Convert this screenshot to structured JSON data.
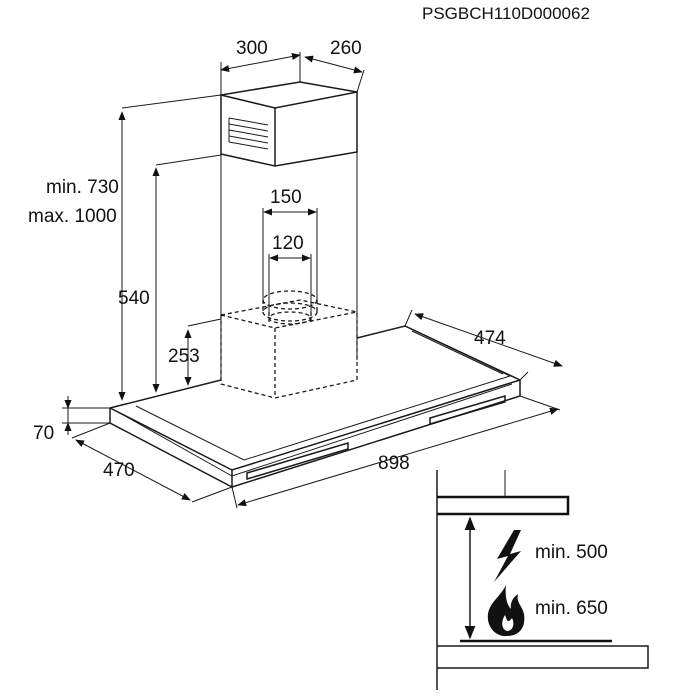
{
  "reference_code": "PSGBCH110D000062",
  "dimensions": {
    "chimney_width": "300",
    "chimney_depth": "260",
    "total_height_min": "min. 730",
    "total_height_max": "max. 1000",
    "height_540": "540",
    "height_253": "253",
    "outlet_outer": "150",
    "outlet_inner": "120",
    "hood_depth_right": "474",
    "hood_thickness": "70",
    "hood_depth_left": "470",
    "hood_width": "898"
  },
  "clearance": {
    "electric_min": "min. 500",
    "gas_min": "min. 650"
  },
  "icons": [
    "lightning-icon",
    "flame-icon"
  ]
}
